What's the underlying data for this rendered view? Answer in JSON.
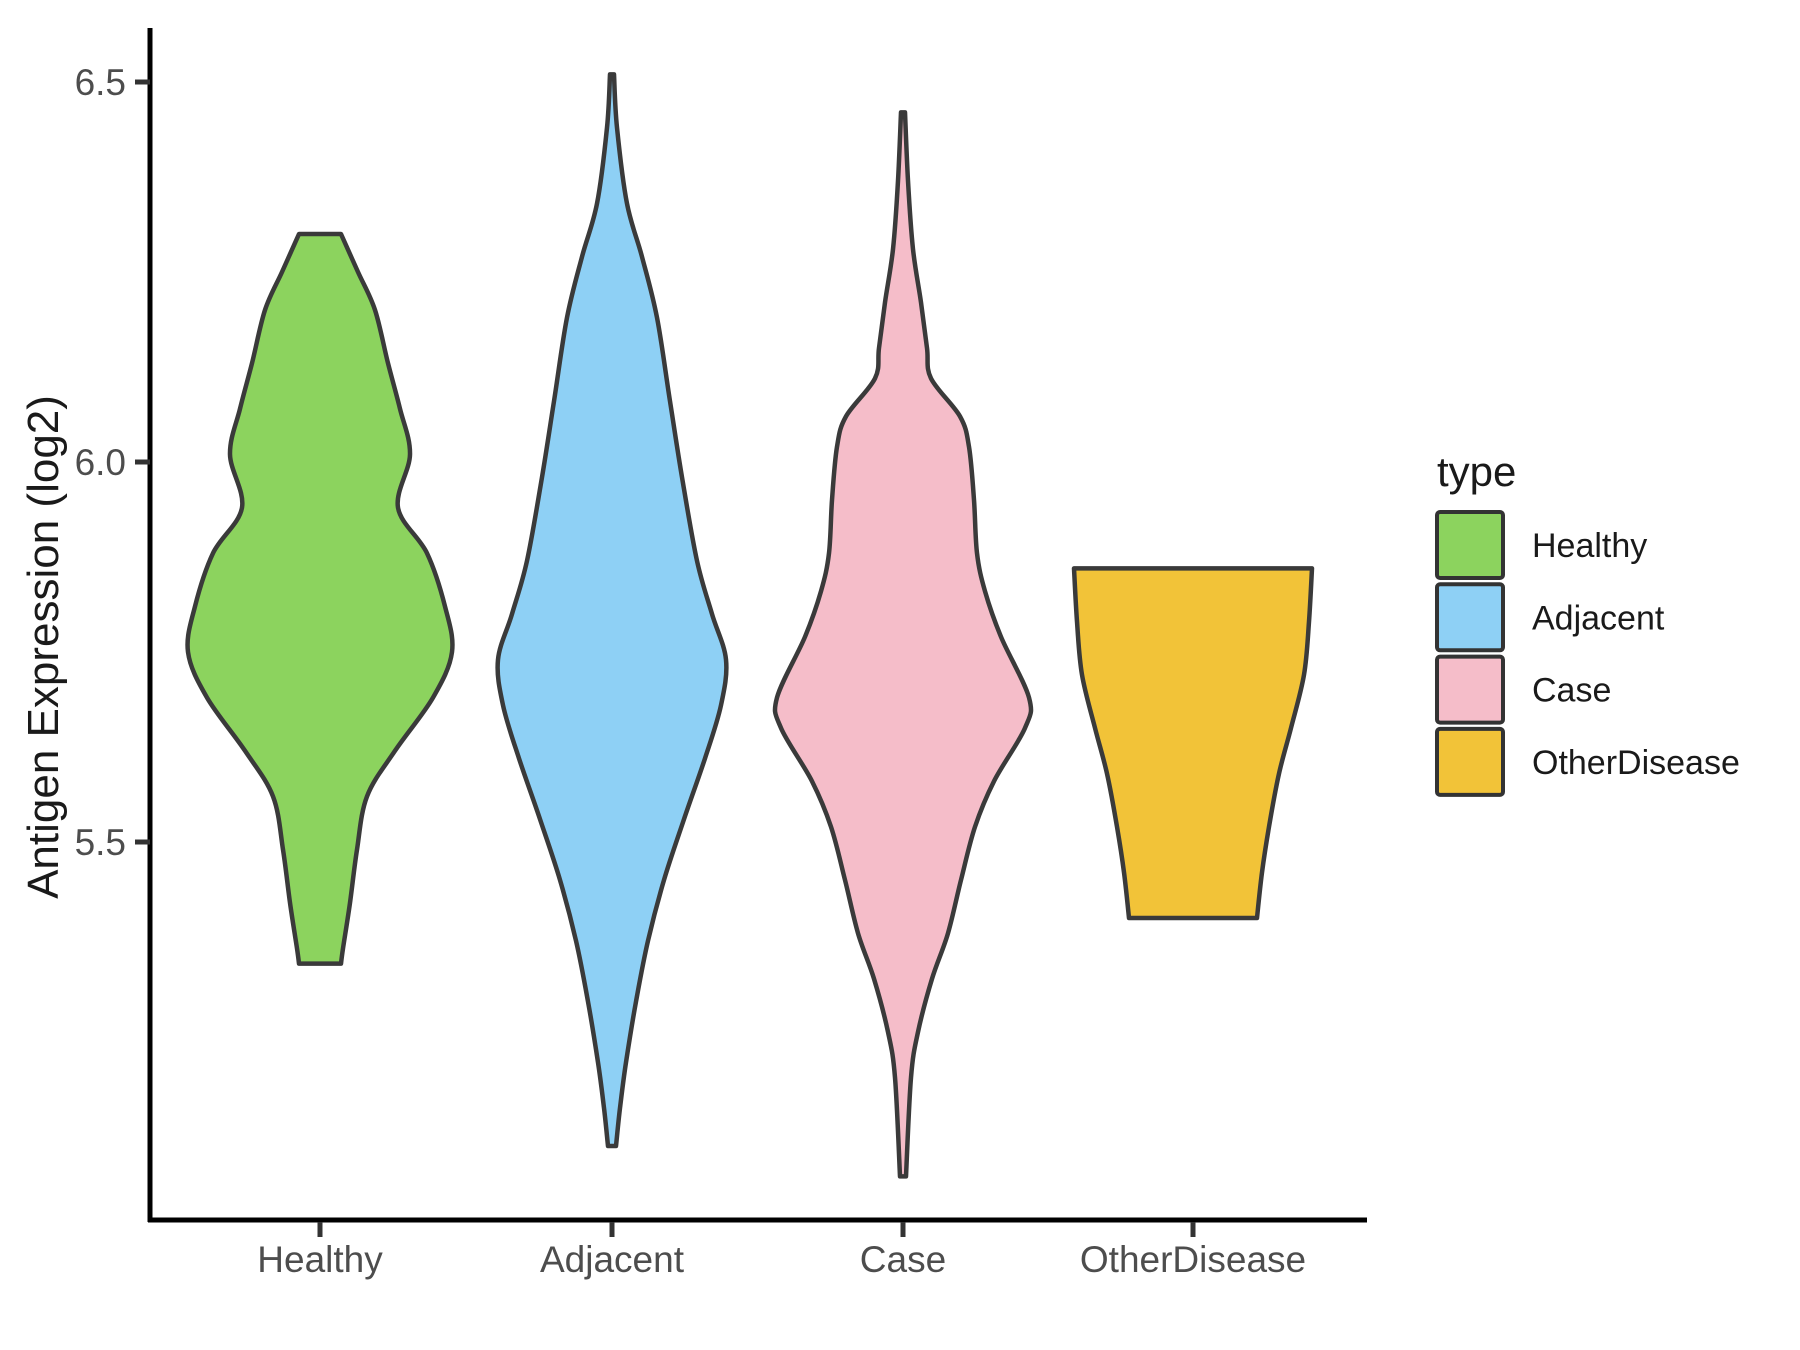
{
  "chart_data": {
    "type": "violin",
    "title": "",
    "xlabel": "",
    "ylabel": "Antigen Expression (log2)",
    "categories": [
      "Healthy",
      "Adjacent",
      "Case",
      "OtherDisease"
    ],
    "yticks": [
      {
        "value": 6.5,
        "label": "6.5"
      },
      {
        "value": 6.0,
        "label": "6.0"
      },
      {
        "value": 5.5,
        "label": "5.5"
      }
    ],
    "ylim": [
      5.0,
      6.57
    ],
    "grid": false,
    "legend": {
      "title": "type",
      "position": "right",
      "entries": [
        {
          "label": "Healthy",
          "color": "#8cd35e"
        },
        {
          "label": "Adjacent",
          "color": "#8ed0f5"
        },
        {
          "label": "Case",
          "color": "#f5bdc9"
        },
        {
          "label": "OtherDisease",
          "color": "#f2c338"
        }
      ]
    },
    "style": {
      "outline_color": "#3a3a3a",
      "axis_line_color": "#000000",
      "tick_color": "#333333",
      "tick_label_color": "#4d4d4d"
    },
    "series": [
      {
        "name": "Healthy",
        "color": "#8cd35e",
        "value_range": [
          5.34,
          6.3
        ],
        "peak_density_at": 5.75,
        "truncated_top": true,
        "truncated_bottom": true,
        "density_profile": [
          [
            6.3,
            21
          ],
          [
            6.25,
            38
          ],
          [
            6.2,
            55
          ],
          [
            6.13,
            68
          ],
          [
            6.07,
            80
          ],
          [
            6.01,
            90
          ],
          [
            5.94,
            78
          ],
          [
            5.88,
            107
          ],
          [
            5.81,
            125
          ],
          [
            5.75,
            132
          ],
          [
            5.69,
            113
          ],
          [
            5.62,
            75
          ],
          [
            5.56,
            47
          ],
          [
            5.49,
            37
          ],
          [
            5.42,
            30
          ],
          [
            5.36,
            23
          ],
          [
            5.34,
            21
          ]
        ]
      },
      {
        "name": "Adjacent",
        "color": "#8ed0f5",
        "value_range": [
          5.1,
          6.51
        ],
        "peak_density_at": 5.74,
        "truncated_top": false,
        "truncated_bottom": false,
        "density_profile": [
          [
            6.51,
            2
          ],
          [
            6.44,
            5
          ],
          [
            6.34,
            15
          ],
          [
            6.27,
            30
          ],
          [
            6.19,
            45
          ],
          [
            6.08,
            58
          ],
          [
            5.98,
            70
          ],
          [
            5.87,
            85
          ],
          [
            5.8,
            100
          ],
          [
            5.74,
            114
          ],
          [
            5.68,
            109
          ],
          [
            5.61,
            93
          ],
          [
            5.53,
            72
          ],
          [
            5.45,
            52
          ],
          [
            5.37,
            36
          ],
          [
            5.29,
            24
          ],
          [
            5.21,
            14
          ],
          [
            5.15,
            8
          ],
          [
            5.1,
            4
          ]
        ]
      },
      {
        "name": "Case",
        "color": "#f5bdc9",
        "value_range": [
          5.06,
          6.46
        ],
        "peak_density_at": 5.69,
        "truncated_top": false,
        "truncated_bottom": false,
        "density_profile": [
          [
            6.46,
            2
          ],
          [
            6.37,
            5
          ],
          [
            6.28,
            10
          ],
          [
            6.21,
            18
          ],
          [
            6.15,
            24
          ],
          [
            6.11,
            28
          ],
          [
            6.06,
            57
          ],
          [
            6.02,
            66
          ],
          [
            5.95,
            71
          ],
          [
            5.88,
            74
          ],
          [
            5.83,
            82
          ],
          [
            5.77,
            98
          ],
          [
            5.69,
            126
          ],
          [
            5.65,
            122
          ],
          [
            5.58,
            91
          ],
          [
            5.52,
            72
          ],
          [
            5.45,
            58
          ],
          [
            5.38,
            45
          ],
          [
            5.32,
            29
          ],
          [
            5.25,
            15
          ],
          [
            5.19,
            8
          ],
          [
            5.06,
            3
          ]
        ]
      },
      {
        "name": "OtherDisease",
        "color": "#f2c338",
        "value_range": [
          5.4,
          5.86
        ],
        "peak_density_at": 5.86,
        "truncated_top": true,
        "truncated_bottom": true,
        "density_profile": [
          [
            5.86,
            119
          ],
          [
            5.79,
            116
          ],
          [
            5.72,
            111
          ],
          [
            5.65,
            98
          ],
          [
            5.59,
            86
          ],
          [
            5.52,
            76
          ],
          [
            5.46,
            69
          ],
          [
            5.4,
            64
          ]
        ]
      }
    ]
  }
}
